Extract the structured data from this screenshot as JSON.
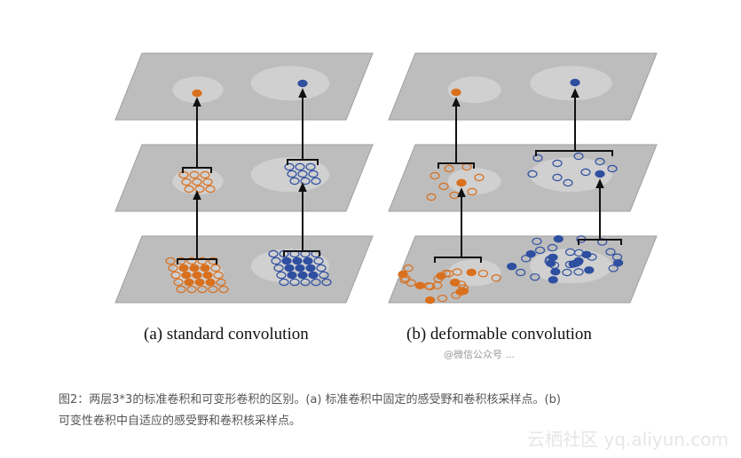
{
  "subcaptions": {
    "standard": "(a) standard convolution",
    "deformable": "(b) deformable convolution"
  },
  "caption": {
    "line1": "图2：两层3*3的标准卷积和可变形卷积的区别。(a) 标准卷积中固定的感受野和卷积核采样点。(b)",
    "line2": "可变性卷积中自适应的感受野和卷积核采样点。"
  },
  "watermark_small": "@微信公众号 ...",
  "brand_watermark": "云栖社区 yq.aliyun.com",
  "colors": {
    "plane": "#bdbdbd",
    "plane_edge": "#9e9e9e",
    "orange": "#d9701e",
    "blue": "#2f4fa0",
    "arrow": "#111111"
  }
}
